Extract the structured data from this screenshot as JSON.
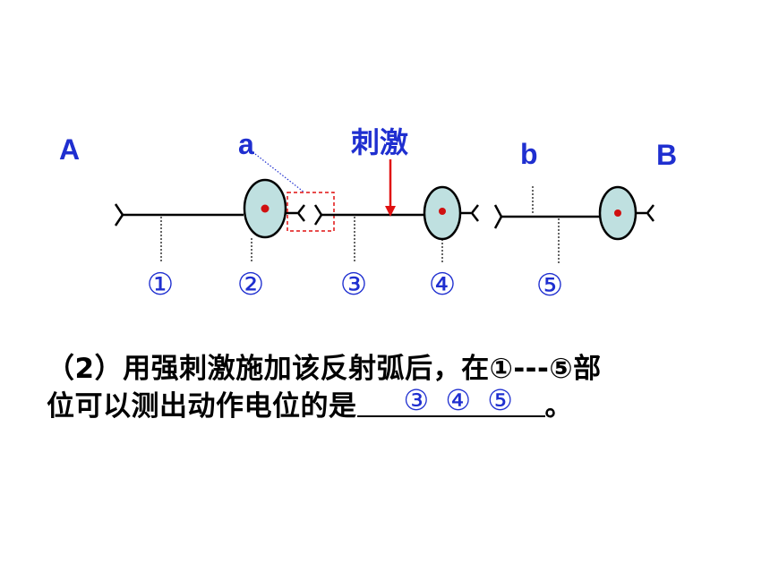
{
  "labels": {
    "A": "A",
    "B": "B",
    "a": "a",
    "b": "b",
    "stimulus": "刺激"
  },
  "markers": [
    "①",
    "②",
    "③",
    "④",
    "⑤"
  ],
  "question": {
    "line1": "（2）用强刺激施加该反射弧后，在①---⑤部",
    "line2_prefix": "位可以测出动作电位的是",
    "answer": "③ ④ ⑤",
    "line2_suffix": "。"
  },
  "colors": {
    "label_blue": "#1f2fd0",
    "arrow_red": "#e01010",
    "cell_body": "#bfe0e0",
    "nucleus": "#d01010"
  }
}
